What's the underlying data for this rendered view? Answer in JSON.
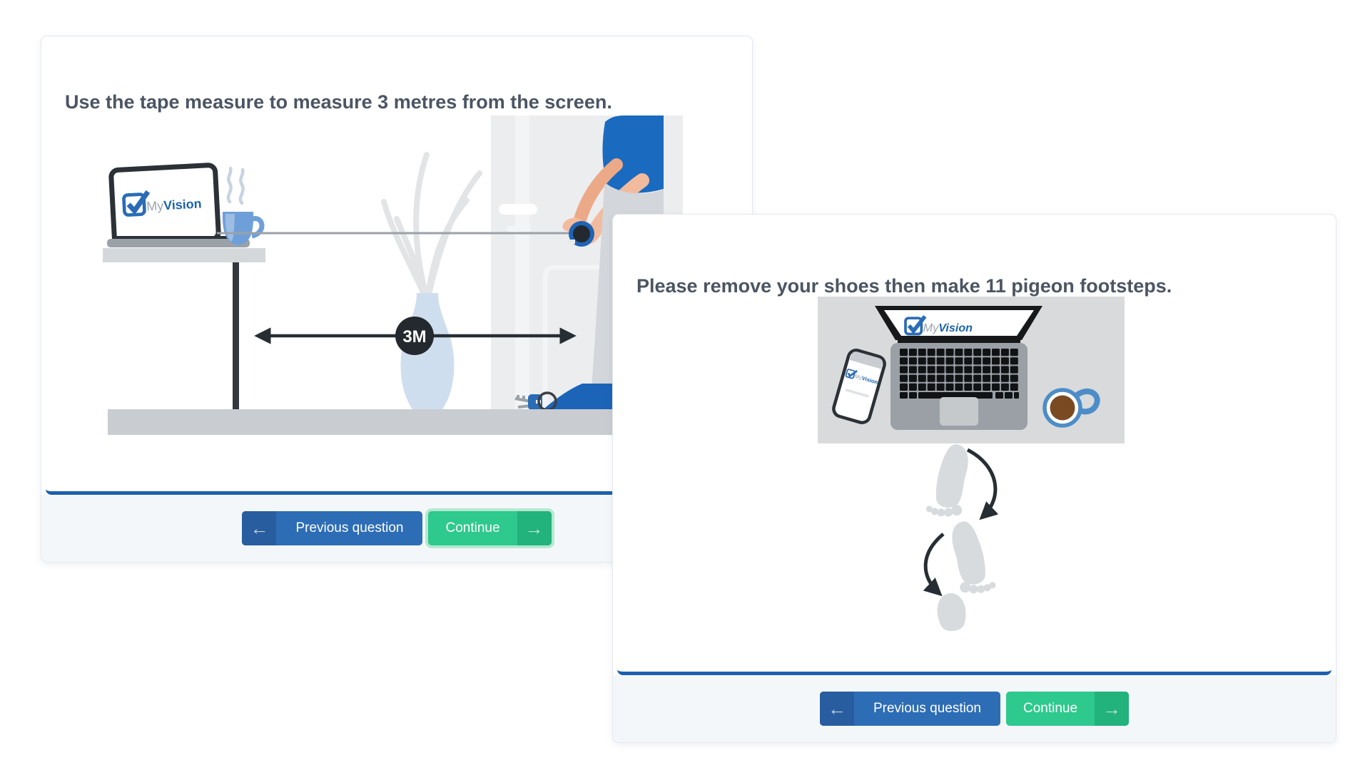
{
  "brand": {
    "prefix": "My",
    "suffix": "Vision"
  },
  "colors": {
    "primary_blue": "#2d6db6",
    "primary_blue_dark": "#285e9f",
    "success_green": "#2dc98d",
    "success_green_dark": "#22b27b",
    "success_focus_ring": "#b5e8d0",
    "divider_blue": "#1d5fae",
    "brand_blue": "#1b64ad",
    "brand_gray": "#9aa3ac",
    "badge_dark": "#272e33"
  },
  "screens": [
    {
      "name": "measure-distance",
      "title": "Use the tape measure to measure 3 metres from the screen.",
      "distance_badge": "3M",
      "footer": {
        "previous_label": "Previous question",
        "continue_label": "Continue"
      }
    },
    {
      "name": "pigeon-footsteps",
      "title": "Please remove your shoes then make 11 pigeon footsteps.",
      "footer": {
        "previous_label": "Previous question",
        "continue_label": "Continue"
      }
    }
  ],
  "icons": {
    "previous": "←",
    "continue": "→"
  }
}
